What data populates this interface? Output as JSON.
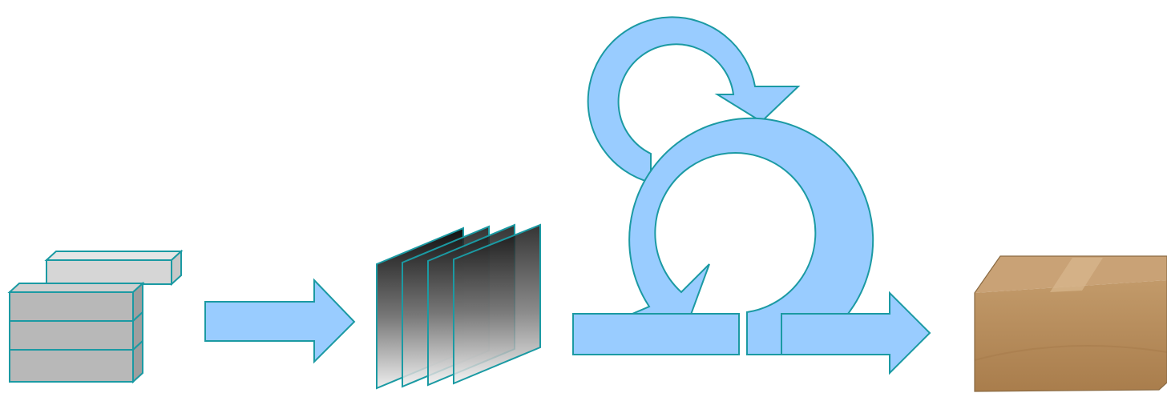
{
  "diagram": {
    "elements": [
      {
        "name": "product-backlog-stack",
        "icon": "stacked-blocks-icon"
      },
      {
        "name": "flow-arrow",
        "icon": "right-arrow-icon"
      },
      {
        "name": "sprint-backlog-sheets",
        "icon": "stacked-sheets-icon"
      },
      {
        "name": "daily-loop",
        "icon": "circular-arrow-icon"
      },
      {
        "name": "sprint-loop",
        "icon": "circular-arrow-icon"
      },
      {
        "name": "output-arrow",
        "icon": "right-arrow-icon"
      },
      {
        "name": "increment-box",
        "icon": "cardboard-box-icon"
      }
    ],
    "colors": {
      "arrow_fill": "#99ccff",
      "arrow_stroke": "#1b9aa3",
      "block_fill": "#bdbdbd",
      "block_light": "#d9d9d9",
      "box_fill": "#b58a57"
    }
  }
}
